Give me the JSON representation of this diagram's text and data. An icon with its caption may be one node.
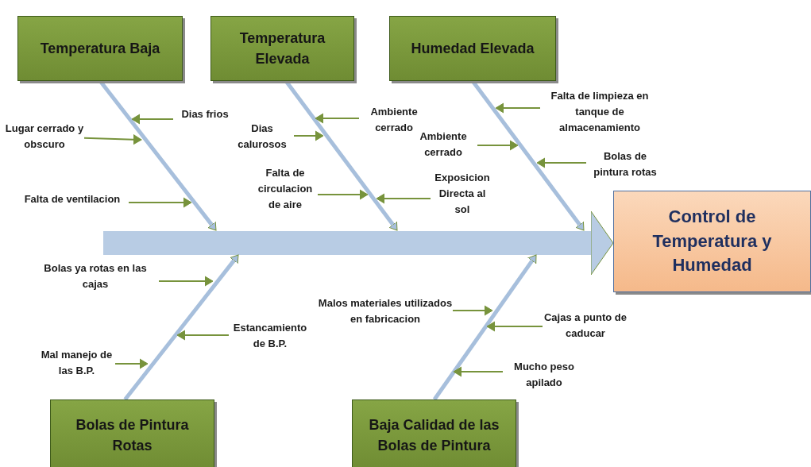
{
  "diagram": {
    "nodes": [
      {
        "text": [
          "Temperatura Baja"
        ]
      },
      {
        "text": [
          "Temperatura Elevada"
        ]
      },
      {
        "text": [
          "Humedad Elevada"
        ]
      },
      {
        "text": [
          "Dias frios"
        ]
      },
      {
        "text": [
          "Lugar cerrado y obscuro"
        ]
      },
      {
        "text": [
          "Falta de ventilacion"
        ]
      },
      {
        "text": [
          "Ambiente cerrado"
        ]
      },
      {
        "text": [
          "Dias calurosos"
        ]
      },
      {
        "text": [
          "Falta de circulacion de aire"
        ]
      },
      {
        "text": [
          "Exposicion Directa al sol"
        ]
      },
      {
        "text": [
          "Falta de limpieza en tanque de almacenamiento"
        ]
      },
      {
        "text": [
          "Ambiente cerrado"
        ]
      },
      {
        "text": [
          "Bolas de pintura rotas"
        ]
      },
      {
        "text": [
          "Control de Temperatura y Humedad"
        ]
      },
      {
        "text": [
          "Bolas ya rotas en las cajas"
        ]
      },
      {
        "text": [
          "Estancamiento de B.P."
        ]
      },
      {
        "text": [
          "Mal manejo de las B.P."
        ]
      },
      {
        "text": [
          "Malos materiales utilizados en fabricacion"
        ]
      },
      {
        "text": [
          "Cajas a punto de caducar"
        ]
      },
      {
        "text": [
          "Mucho peso apilado"
        ]
      },
      {
        "text": [
          "Bolas de Pintura Rotas"
        ]
      },
      {
        "text": [
          "Baja Calidad de las Bolas de Pintura"
        ]
      }
    ],
    "edges": [
      {
        "from": null,
        "to": 13,
        "arrow": "to",
        "style": "thick",
        "color": "#b8cce4"
      },
      {
        "from": 0,
        "to": null,
        "arrow": "to",
        "style": "thick",
        "color": "#a7bfdc"
      },
      {
        "from": 1,
        "to": null,
        "arrow": "to",
        "style": "thick",
        "color": "#a7bfdc"
      },
      {
        "from": 2,
        "to": null,
        "arrow": "to",
        "style": "thick",
        "color": "#a7bfdc"
      },
      {
        "from": 20,
        "to": null,
        "arrow": "to",
        "style": "thick",
        "color": "#a7bfdc"
      },
      {
        "from": 21,
        "to": null,
        "arrow": "to",
        "style": "thick",
        "color": "#a7bfdc"
      },
      {
        "from": 3,
        "to": null,
        "arrow": "to"
      },
      {
        "from": 4,
        "to": null,
        "arrow": "to"
      },
      {
        "from": 5,
        "to": null,
        "arrow": "to"
      },
      {
        "from": 6,
        "to": null,
        "arrow": "to"
      },
      {
        "from": 7,
        "to": null,
        "arrow": "to"
      },
      {
        "from": 8,
        "to": null,
        "arrow": "to"
      },
      {
        "from": 9,
        "to": null,
        "arrow": "to"
      },
      {
        "from": 10,
        "to": null,
        "arrow": "to"
      },
      {
        "from": 11,
        "to": null,
        "arrow": "to"
      },
      {
        "from": 12,
        "to": null,
        "arrow": "to"
      },
      {
        "from": 14,
        "to": null,
        "arrow": "to"
      },
      {
        "from": 15,
        "to": null,
        "arrow": "to"
      },
      {
        "from": 16,
        "to": null,
        "arrow": "to"
      },
      {
        "from": 17,
        "to": null,
        "arrow": "to"
      },
      {
        "from": 18,
        "to": null,
        "arrow": "to"
      },
      {
        "from": 19,
        "to": null,
        "arrow": "to"
      }
    ]
  }
}
